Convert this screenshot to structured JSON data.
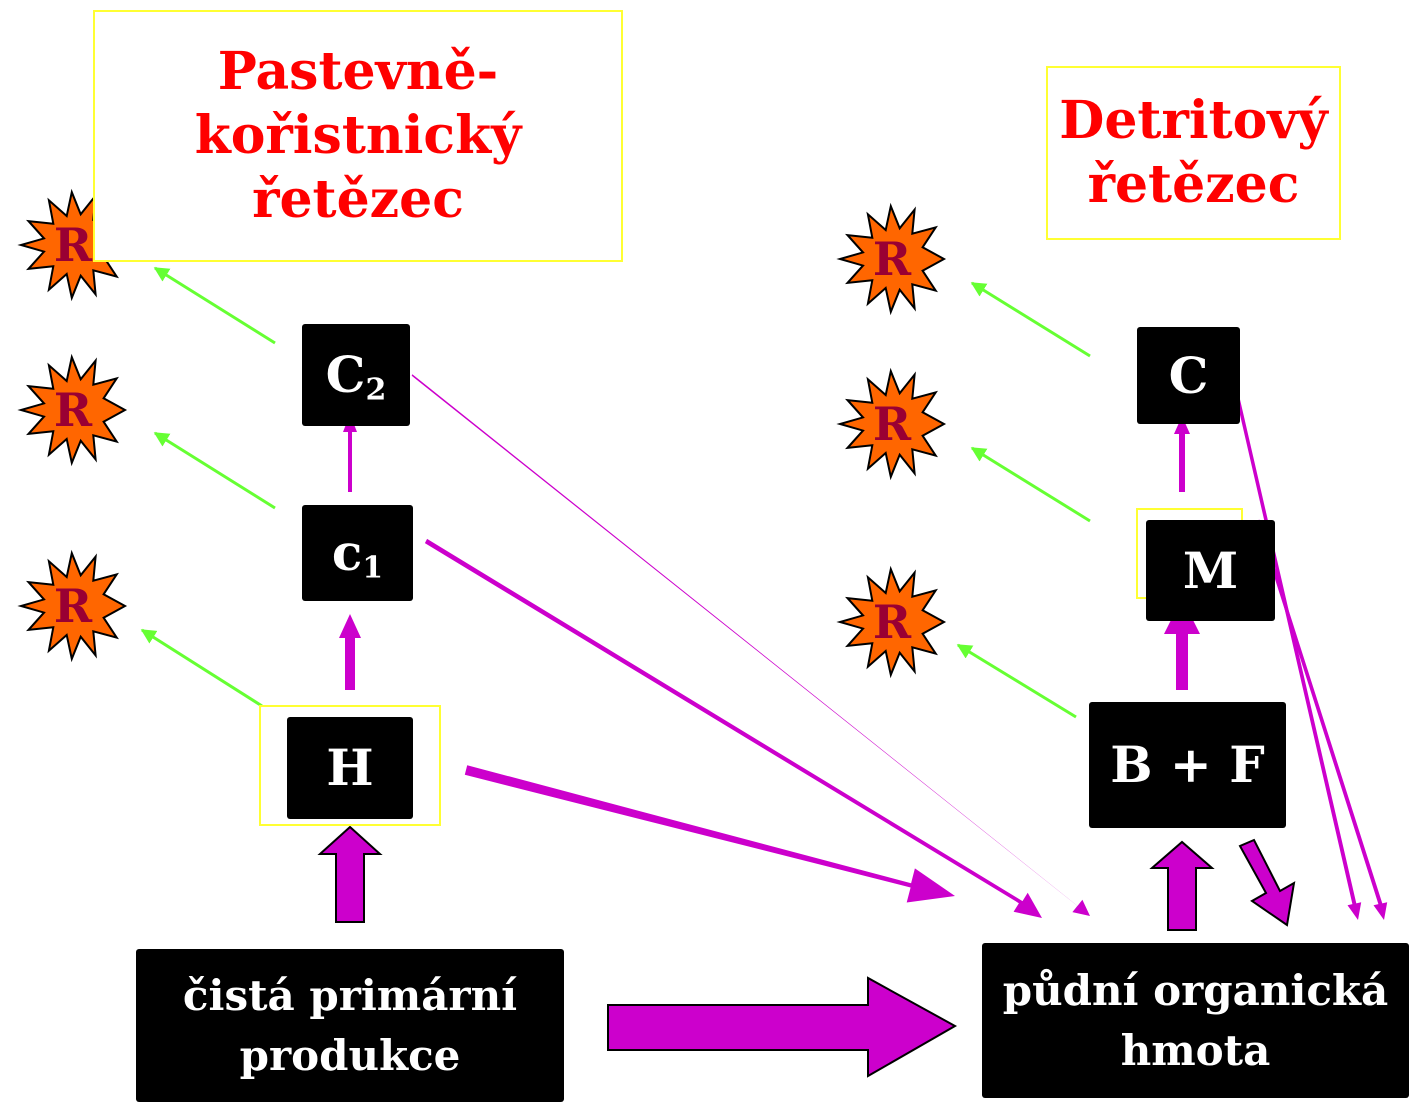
{
  "titles": {
    "grazing": "Pastevně-\nkořistnický\nřetězec",
    "detritus": "Detritový\nřetězec"
  },
  "nodes": {
    "c2": {
      "base": "C",
      "sub": "2"
    },
    "c1": {
      "base": "c",
      "sub": "1"
    },
    "h": "H",
    "c": "C",
    "m": "M",
    "bf": "B + F"
  },
  "pools": {
    "npp": "čistá primární\nprodukce",
    "som": "půdní organická\nhmota"
  },
  "respiration_label": "R",
  "colors": {
    "title_text": "#ff0000",
    "title_border": "#ffff33",
    "node_bg": "#000000",
    "node_text": "#ffffff",
    "flow_arrow": "#cc00cc",
    "respiration_arrow": "#66ff33",
    "burst_fill": "#ff6600",
    "burst_text": "#990033"
  }
}
